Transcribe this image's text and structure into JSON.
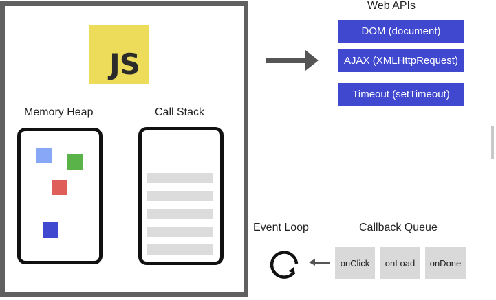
{
  "engine": {
    "logo_text": "JS",
    "memory_heap_label": "Memory Heap",
    "call_stack_label": "Call Stack",
    "heap_colors": [
      "#88a8f7",
      "#5ab349",
      "#e05e5a",
      "#3f48cf"
    ]
  },
  "web_apis": {
    "title": "Web APIs",
    "items": [
      "DOM (document)",
      "AJAX (XMLHttpRequest)",
      "Timeout (setTimeout)"
    ]
  },
  "event_loop": {
    "label": "Event Loop",
    "icon": "refresh-icon"
  },
  "callback_queue": {
    "label": "Callback Queue",
    "items": [
      "onClick",
      "onLoad",
      "onDone"
    ]
  },
  "colors": {
    "accent": "#3f48cf",
    "js_yellow": "#eddc5a",
    "frame": "#606060"
  }
}
